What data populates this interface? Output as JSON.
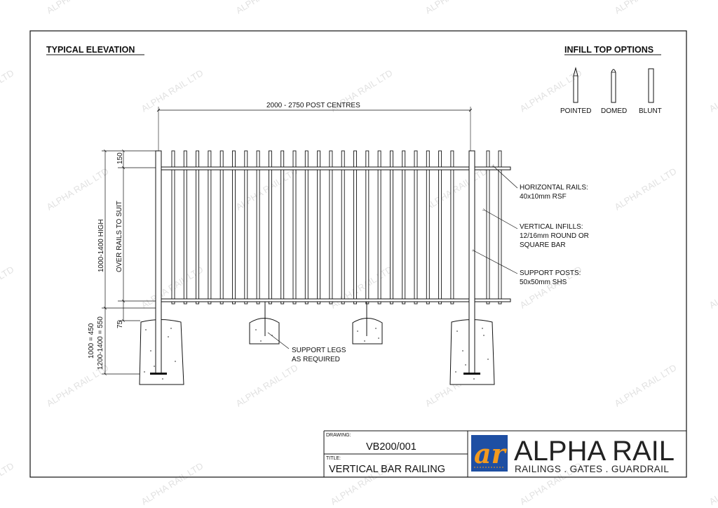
{
  "watermark": "ALPHA RAIL LTD",
  "headings": {
    "elevation": "TYPICAL ELEVATION",
    "infill": "INFILL TOP OPTIONS"
  },
  "dimensions": {
    "post_centres": "2000 - 2750 POST CENTRES",
    "top_gap": "150",
    "height_main": "1000-1400 HIGH",
    "height_sub": "OVER RAILS TO SUIT",
    "bottom_gap": "75",
    "footing_1": "1000 = 450",
    "footing_2": "1200-1400 = 550"
  },
  "infill_options": [
    "POINTED",
    "DOMED",
    "BLUNT"
  ],
  "callouts": {
    "rails": [
      "HORIZONTAL RAILS:",
      "40x10mm RSF"
    ],
    "infills": [
      "VERTICAL INFILLS:",
      "12/16mm ROUND OR",
      "SQUARE BAR"
    ],
    "posts": [
      "SUPPORT POSTS:",
      "50x50mm SHS"
    ],
    "legs": [
      "SUPPORT LEGS",
      "AS REQUIRED"
    ]
  },
  "title_block": {
    "drawing_label": "DRAWING:",
    "drawing_no": "VB200/001",
    "title_label": "TITLE:",
    "title": "VERTICAL BAR RAILING"
  },
  "brand": {
    "monogram": "ar",
    "name": "ALPHA RAIL",
    "tagline": "RAILINGS . GATES . GUARDRAIL",
    "colors": {
      "blue": "#1e4fa3",
      "orange": "#f39a1e",
      "text": "#222222"
    }
  }
}
